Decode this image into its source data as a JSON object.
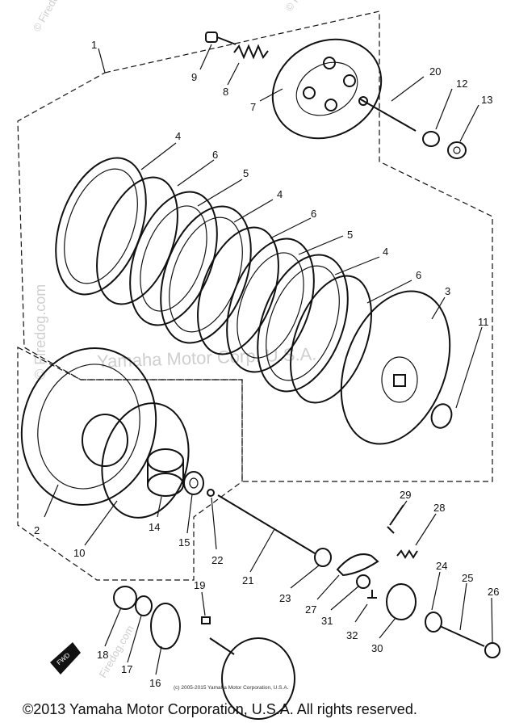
{
  "watermarks": {
    "side_top": "© Firedog.com",
    "side_left": "© Firedog.com",
    "center": "Yamaha Motor Corp. U.S.A.",
    "bottom_left": "Firedog.com",
    "top_right": "© Firedog.com"
  },
  "fwd_label": "FWD",
  "small_credit": "(c) 2005-2015 Yamaha Motor Corporation, U.S.A.",
  "footer_copyright": "©2013 Yamaha Motor Corporation, U.S.A. All rights reserved.",
  "callouts": [
    "1",
    "2",
    "3",
    "4",
    "5",
    "6",
    "7",
    "8",
    "9",
    "10",
    "11",
    "12",
    "13",
    "14",
    "15",
    "16",
    "17",
    "18",
    "19",
    "20",
    "21",
    "22",
    "23",
    "24",
    "25",
    "26",
    "27",
    "28",
    "29",
    "30",
    "31",
    "32"
  ],
  "labels": {
    "c1": "1",
    "c2": "2",
    "c3": "3",
    "c4a": "4",
    "c4b": "4",
    "c4c": "4",
    "c5a": "5",
    "c5b": "5",
    "c6a": "6",
    "c6b": "6",
    "c6c": "6",
    "c7": "7",
    "c8": "8",
    "c9": "9",
    "c10": "10",
    "c11": "11",
    "c12": "12",
    "c13": "13",
    "c14": "14",
    "c15": "15",
    "c16": "16",
    "c17": "17",
    "c18": "18",
    "c19": "19",
    "c20": "20",
    "c21": "21",
    "c22": "22",
    "c23": "23",
    "c24": "24",
    "c25": "25",
    "c26": "26",
    "c27": "27",
    "c28": "28",
    "c29": "29",
    "c30": "30",
    "c31": "31",
    "c32": "32"
  }
}
